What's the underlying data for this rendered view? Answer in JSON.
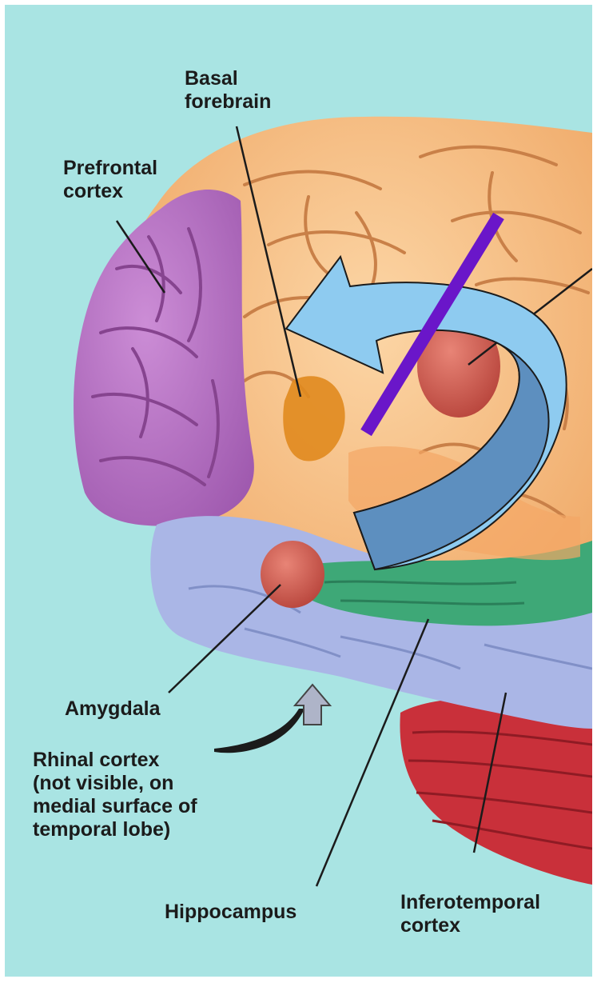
{
  "labels": {
    "basal_forebrain": "Basal\nforebrain",
    "prefrontal_cortex": "Prefrontal\ncortex",
    "amygdala": "Amygdala",
    "rhinal_cortex": "Rhinal cortex\n(not visible, on\nmedial surface of\ntemporal lobe)",
    "hippocampus": "Hippocampus",
    "inferotemporal_cortex": "Inferotemporal\ncortex"
  },
  "colors": {
    "background": "#a9e4e3",
    "prefrontal": "#b36fbf",
    "cortex": "#f6be86",
    "temporal": "#aab6e6",
    "hippocampus": "#3ea877",
    "amygdala": "#d9695a",
    "basal_forebrain": "#e08a1e",
    "cerebellum": "#c9303a",
    "arrow_fill": "#8ecbf0",
    "arrow_fill_dark": "#5d8fbf",
    "slash": "#6a16c9"
  },
  "icons": [
    "curved-arrow-icon",
    "slash-line-icon",
    "small-up-arrow-icon"
  ]
}
